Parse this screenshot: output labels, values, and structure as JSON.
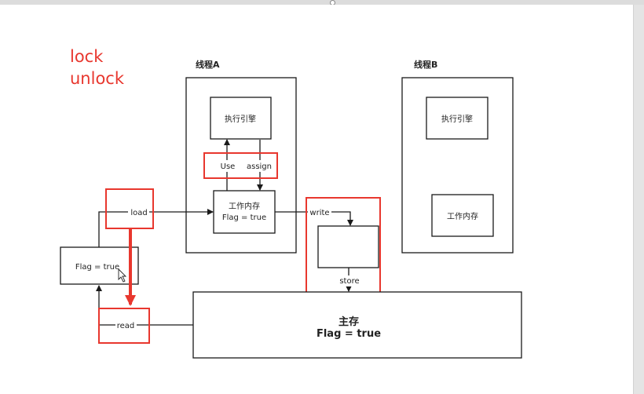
{
  "annotations": {
    "line1": "lock",
    "line2": "unlock",
    "color": "#e8372e"
  },
  "threadA": {
    "title": "线程A",
    "engine": "执行引擎",
    "use": "Use",
    "assign": "assign",
    "memory_line1": "工作内存",
    "memory_line2": "Flag = true"
  },
  "threadB": {
    "title": "线程B",
    "engine": "执行引擎",
    "memory": "工作内存"
  },
  "left_box": {
    "text": "Flag = true"
  },
  "ops": {
    "load": "load",
    "read": "read",
    "write": "write",
    "store": "store"
  },
  "main_memory": {
    "line1": "主存",
    "line2": "Flag = true"
  }
}
